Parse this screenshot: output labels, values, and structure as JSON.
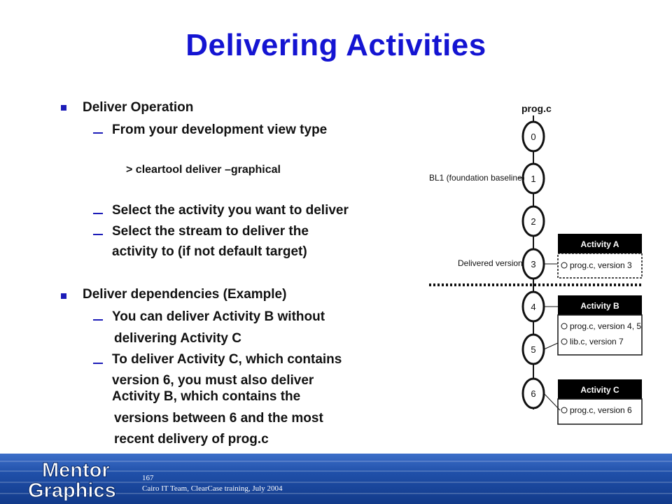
{
  "slide": {
    "title": "Delivering Activities",
    "bullets": [
      {
        "text": "Deliver Operation"
      },
      {
        "text": "Deliver dependencies (Example)",
        "arrow": ""
      }
    ],
    "sub": {
      "from_view": "From your development view type",
      "command": "> cleartool deliver –graphical",
      "select_activity": "Select the activity you want to deliver",
      "select_stream_1": "Select the stream to deliver the",
      "select_stream_2": "activity to (if not default target)",
      "deliver_b_1": "You can deliver Activity B without",
      "deliver_b_2": "delivering Activity C",
      "deliver_c_1": "To deliver Activity C, which contains",
      "deliver_c_2": "version 6, you must also deliver",
      "deliver_c_3": "Activity B, which contains the",
      "deliver_c_4": "versions between 6 and the most",
      "deliver_c_5": "recent delivery of prog.c"
    }
  },
  "diagram": {
    "element": "prog.c",
    "versions": [
      "0",
      "1",
      "2",
      "3",
      "4",
      "5",
      "6"
    ],
    "baseline_label": "BL1 (foundation baseline)",
    "delivered_label": "Delivered version",
    "activities": [
      {
        "name": "Activity A",
        "items": [
          "prog.c, version 3"
        ]
      },
      {
        "name": "Activity B",
        "items": [
          "prog.c, version 4, 5",
          "lib.c, version 7"
        ]
      },
      {
        "name": "Activity C",
        "items": [
          "prog.c, version 6"
        ]
      }
    ]
  },
  "footer": {
    "logo_line1": "Mentor",
    "logo_line2": "Graphics",
    "page_number": "167",
    "text": "Cairo IT Team, ClearCase training, July 2004"
  },
  "colors": {
    "title": "#1414d2",
    "bullet": "#1c1cb8",
    "footer": "#1f4fa8"
  }
}
